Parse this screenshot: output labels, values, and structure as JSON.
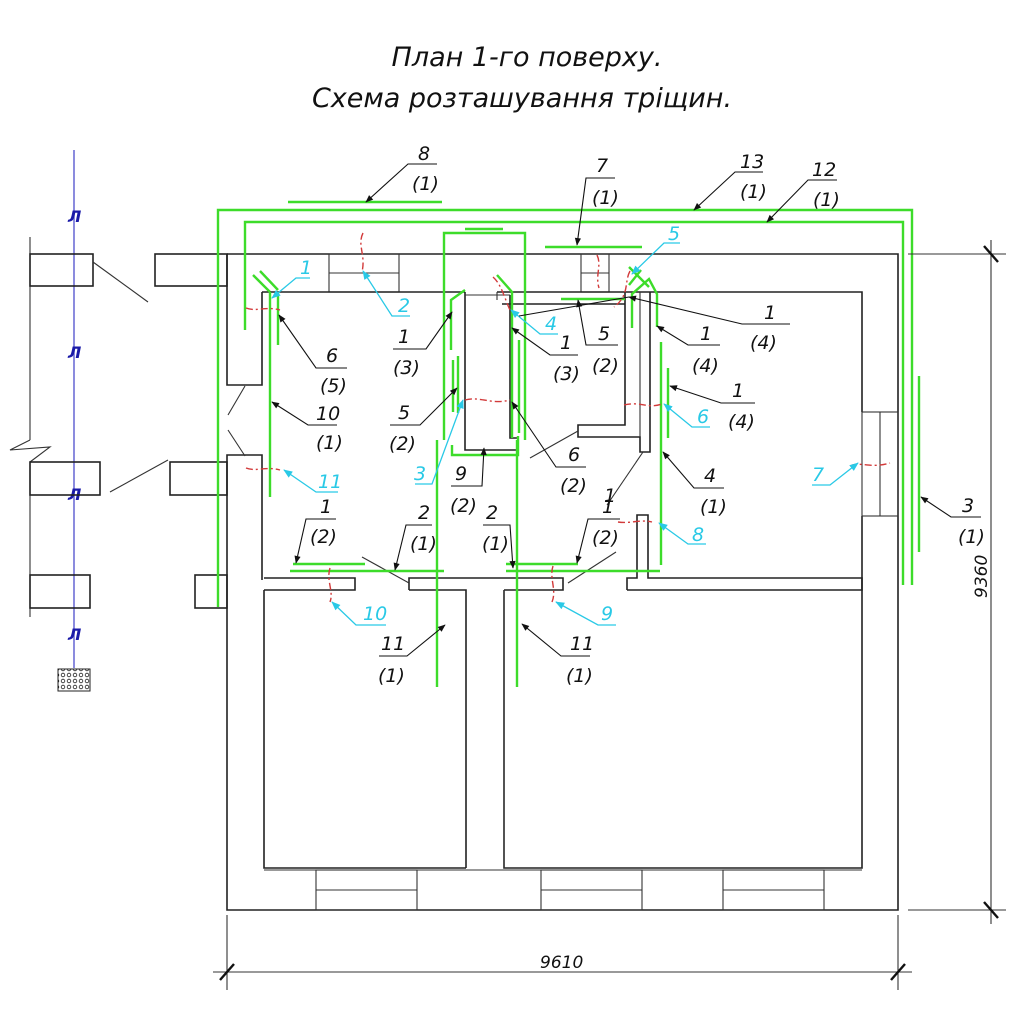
{
  "title": {
    "line1": "План 1-го поверху.",
    "line2": "Схема розташування тріщин."
  },
  "colors": {
    "walls": "#222222",
    "reinforcement_marks": "#3ddc2a",
    "cracks": "#d23a3a",
    "crack_labels": "#29c9e6",
    "axis_line": "#5a5ad0"
  },
  "dimensions": {
    "width": "9610",
    "height": "9360"
  },
  "axis_markers": [
    "Л",
    "Л",
    "Л",
    "Л"
  ],
  "cracks": [
    {
      "id": "1"
    },
    {
      "id": "2"
    },
    {
      "id": "3"
    },
    {
      "id": "4"
    },
    {
      "id": "5"
    },
    {
      "id": "6"
    },
    {
      "id": "7"
    },
    {
      "id": "8"
    },
    {
      "id": "9"
    },
    {
      "id": "10"
    },
    {
      "id": "11"
    }
  ],
  "callouts": [
    {
      "num": "8",
      "qty": "(1)"
    },
    {
      "num": "7",
      "qty": "(1)"
    },
    {
      "num": "13",
      "qty": "(1)"
    },
    {
      "num": "12",
      "qty": "(1)"
    },
    {
      "num": "6",
      "qty": "(5)"
    },
    {
      "num": "1",
      "qty": "(3)"
    },
    {
      "num": "1",
      "qty": "(3)"
    },
    {
      "num": "5",
      "qty": "(2)"
    },
    {
      "num": "1",
      "qty": "(4)"
    },
    {
      "num": "1",
      "qty": "(4)"
    },
    {
      "num": "10",
      "qty": "(1)"
    },
    {
      "num": "5",
      "qty": "(2)"
    },
    {
      "num": "1",
      "qty": "(4)"
    },
    {
      "num": "9",
      "qty": "(2)"
    },
    {
      "num": "6",
      "qty": "(2)"
    },
    {
      "num": "4",
      "qty": "(1)"
    },
    {
      "num": "3",
      "qty": "(1)"
    },
    {
      "num": "1",
      "qty": "(2)"
    },
    {
      "num": "2",
      "qty": "(1)"
    },
    {
      "num": "2",
      "qty": "(1)"
    },
    {
      "num": "1",
      "qty": "(2)"
    },
    {
      "num": "11",
      "qty": "(1)"
    },
    {
      "num": "11",
      "qty": "(1)"
    },
    {
      "num": "1",
      "qty": ""
    }
  ]
}
